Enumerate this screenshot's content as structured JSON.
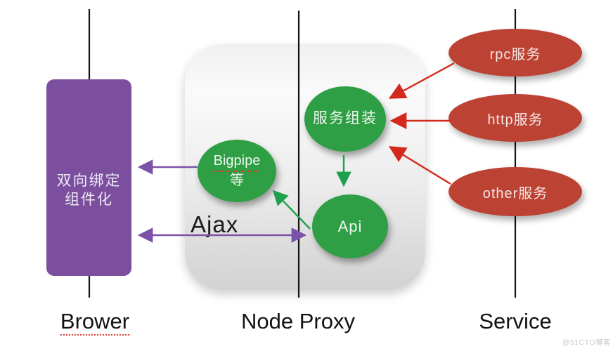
{
  "browser": {
    "box_line1": "双向绑定",
    "box_line2": "组件化",
    "lane_label": "Brower"
  },
  "node_proxy": {
    "lane_label": "Node Proxy",
    "assemble_label": "服务组装",
    "bigpipe_line1": "Bigpipe",
    "bigpipe_line2": "等",
    "api_label": "Api",
    "ajax_label": "Ajax"
  },
  "service": {
    "lane_label": "Service",
    "items": [
      {
        "label": "rpc服务"
      },
      {
        "label": "http服务"
      },
      {
        "label": "other服务"
      }
    ]
  },
  "watermark": "@51CTO博客",
  "colors": {
    "browser_box": "#7b4e9e",
    "node_green": "#2e9f44",
    "service_red": "#bc4334",
    "arrow_purple": "#7c52a8",
    "arrow_green": "#1fa04e",
    "arrow_red": "#d3291d",
    "lane_line": "#151515"
  }
}
